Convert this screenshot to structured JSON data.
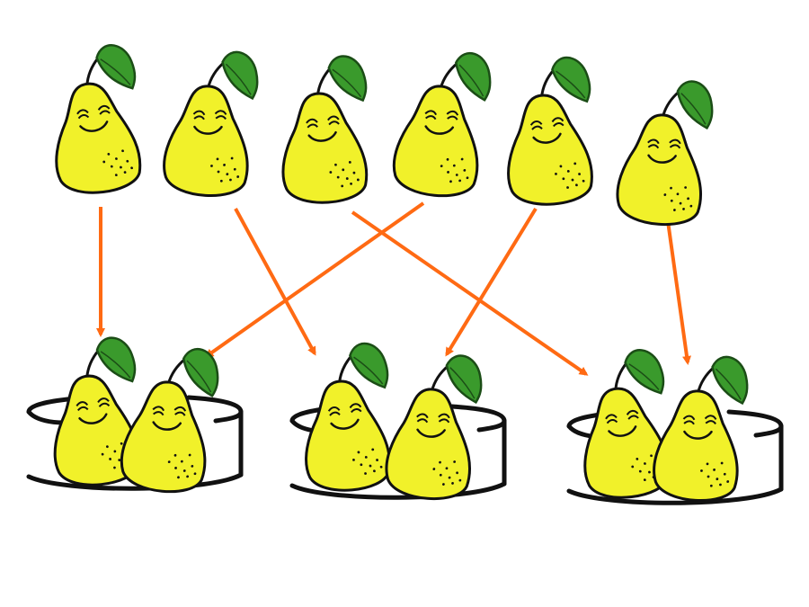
{
  "colors": {
    "background": "#ffffff",
    "pear_body": "#f1f12a",
    "pear_outline": "#111111",
    "leaf": "#3a9a2c",
    "leaf_outline": "#1b4d16",
    "arrow": "#ff6a13",
    "plate": "#111111"
  },
  "icons": {
    "pear": "pear-icon",
    "leaf": "leaf-icon",
    "plate": "plate-icon",
    "arrow": "arrow-icon"
  },
  "diagram": {
    "top_pear_count": 6,
    "plate_count": 3,
    "pears_per_plate": 2,
    "assignments": [
      {
        "from_pear": 1,
        "to_plate": 1
      },
      {
        "from_pear": 2,
        "to_plate": 2
      },
      {
        "from_pear": 3,
        "to_plate": 3
      },
      {
        "from_pear": 4,
        "to_plate": 1
      },
      {
        "from_pear": 5,
        "to_plate": 2
      },
      {
        "from_pear": 6,
        "to_plate": 3
      }
    ]
  }
}
